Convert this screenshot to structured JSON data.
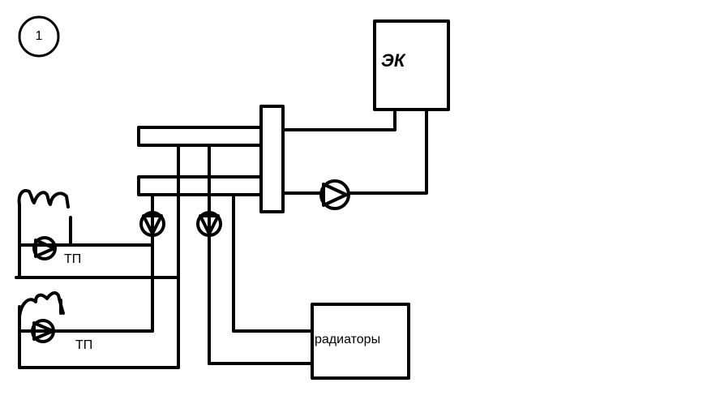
{
  "badge": "1",
  "boiler": {
    "label": "ЭК"
  },
  "floor_loop_1": {
    "label": "ТП"
  },
  "floor_loop_2": {
    "label": "ТП"
  },
  "radiators": {
    "label": "радиаторы"
  },
  "colors": {
    "stroke": "#000000",
    "background": "#ffffff"
  }
}
